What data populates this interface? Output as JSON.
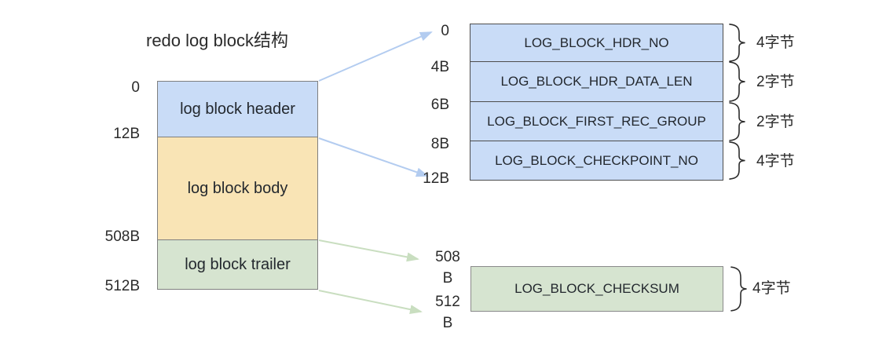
{
  "title": "redo log block结构",
  "left_block": {
    "offsets": [
      "0",
      "12B",
      "508B",
      "512B"
    ],
    "sections": [
      {
        "label": "log block header"
      },
      {
        "label": "log block body"
      },
      {
        "label": "log block trailer"
      }
    ]
  },
  "header_detail": {
    "offsets": [
      "0",
      "4B",
      "6B",
      "8B",
      "12B"
    ],
    "fields": [
      {
        "name": "LOG_BLOCK_HDR_NO",
        "size": "4字节"
      },
      {
        "name": "LOG_BLOCK_HDR_DATA_LEN",
        "size": "2字节"
      },
      {
        "name": "LOG_BLOCK_FIRST_REC_GROUP",
        "size": "2字节"
      },
      {
        "name": "LOG_BLOCK_CHECKPOINT_NO",
        "size": "4字节"
      }
    ]
  },
  "trailer_detail": {
    "offsets": [
      [
        "508",
        "B"
      ],
      [
        "512",
        "B"
      ]
    ],
    "field": {
      "name": "LOG_BLOCK_CHECKSUM",
      "size": "4字节"
    }
  },
  "colors": {
    "header_fill": "#c9dcf7",
    "body_fill": "#f9e4b5",
    "trailer_fill": "#d6e4d0",
    "box_border_light": "#7f7f7f",
    "box_border_dark": "#4d4d4d",
    "arrow_blue": "#b3ccf0",
    "arrow_green": "#c9dec0",
    "text": "#262626"
  }
}
